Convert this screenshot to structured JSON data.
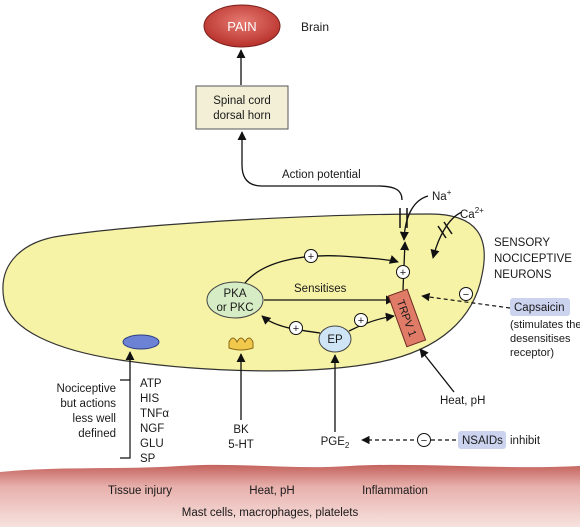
{
  "brain": {
    "pain": "PAIN",
    "label": "Brain"
  },
  "spinal": {
    "line1": "Spinal cord",
    "line2": "dorsal horn"
  },
  "action_potential": "Action potential",
  "ions": {
    "na": "Na",
    "na_sup": "+",
    "ca": "Ca",
    "ca_sup": "2+"
  },
  "neuron_label": {
    "line1": "SENSORY",
    "line2": "NOCICEPTIVE",
    "line3": "NEURONS"
  },
  "pka": {
    "line1": "PKA",
    "line2": "or PKC"
  },
  "sensitises": "Sensitises",
  "ep": "EP",
  "trpv1": "TRPV 1",
  "plus": "+",
  "minus": "−",
  "capsaicin": {
    "name": "Capsaicin",
    "line2": "(stimulates then",
    "line3": "desensitises",
    "line4": "receptor)"
  },
  "heat_ph_receptor": "Heat, pH",
  "nociceptive_note": {
    "line1": "Nociceptive",
    "line2": "but actions",
    "line3": "less well",
    "line4": "defined"
  },
  "mediators": [
    "ATP",
    "HIS",
    "TNFα",
    "NGF",
    "GLU",
    "SP"
  ],
  "bk": {
    "line1": "BK",
    "line2": "5-HT"
  },
  "pge2": {
    "main": "PGE",
    "sub": "2"
  },
  "nsaids": {
    "name": "NSAIDs",
    "suffix": "inhibit"
  },
  "tissue": {
    "injury": "Tissue injury",
    "heat": "Heat, pH",
    "inflammation": "Inflammation",
    "cells": "Mast cells, macrophages, platelets"
  },
  "colors": {
    "neuron": "#f7f3a6",
    "pain": "#d9534f",
    "pka": "#d6ecc4",
    "ep": "#cfe5f5",
    "trpv1": "#e07b68",
    "highlight": "#ccd3ef",
    "tissue": "#e0a3a0",
    "box": "#f2efd6"
  }
}
